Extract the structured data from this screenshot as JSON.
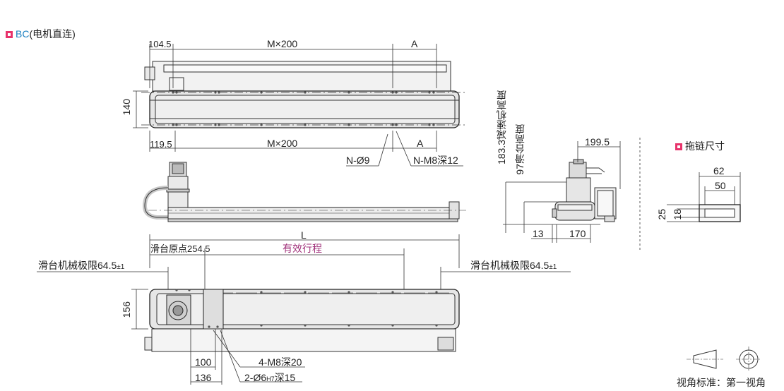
{
  "header": {
    "prefix": "BC",
    "suffix": "(电机直连)",
    "prefix_color": "#1a7fc1",
    "marker_color": "#e8336b"
  },
  "top_view": {
    "dim_104_5": "104.5",
    "dim_m200_top": "M×200",
    "dim_a_top": "A",
    "dim_140": "140",
    "dim_119_5": "119.5",
    "dim_m200_bottom": "M×200",
    "dim_a_bottom": "A",
    "hole_n9": "N-Ø9",
    "hole_m8_12": "N-M8深12"
  },
  "bottom_view": {
    "dim_l": "L",
    "slider_origin": "滑台原点254.5",
    "effective_stroke": "有效行程",
    "stroke_color": "#a0307a",
    "mech_limit_left": "滑台机械极限64.5",
    "mech_limit_right": "滑台机械极限64.5",
    "tolerance": "±1",
    "dim_156": "156",
    "dim_100": "100",
    "dim_136": "136",
    "hole_m8_20": "4-M8深20",
    "hole_6h7": "2-Ø6",
    "hole_6h7_tol": "H7",
    "hole_6h7_depth": "深15"
  },
  "side_view": {
    "dim_183_3": "183.3减速机高度",
    "dim_97": "97滑台高度",
    "dim_199_5": "199.5",
    "dim_13": "13",
    "dim_170": "170"
  },
  "chain": {
    "title": "拖链尺寸",
    "dim_62": "62",
    "dim_50": "50",
    "dim_25": "25",
    "dim_18": "18"
  },
  "projection": {
    "label": "视角标准：第一视角"
  }
}
